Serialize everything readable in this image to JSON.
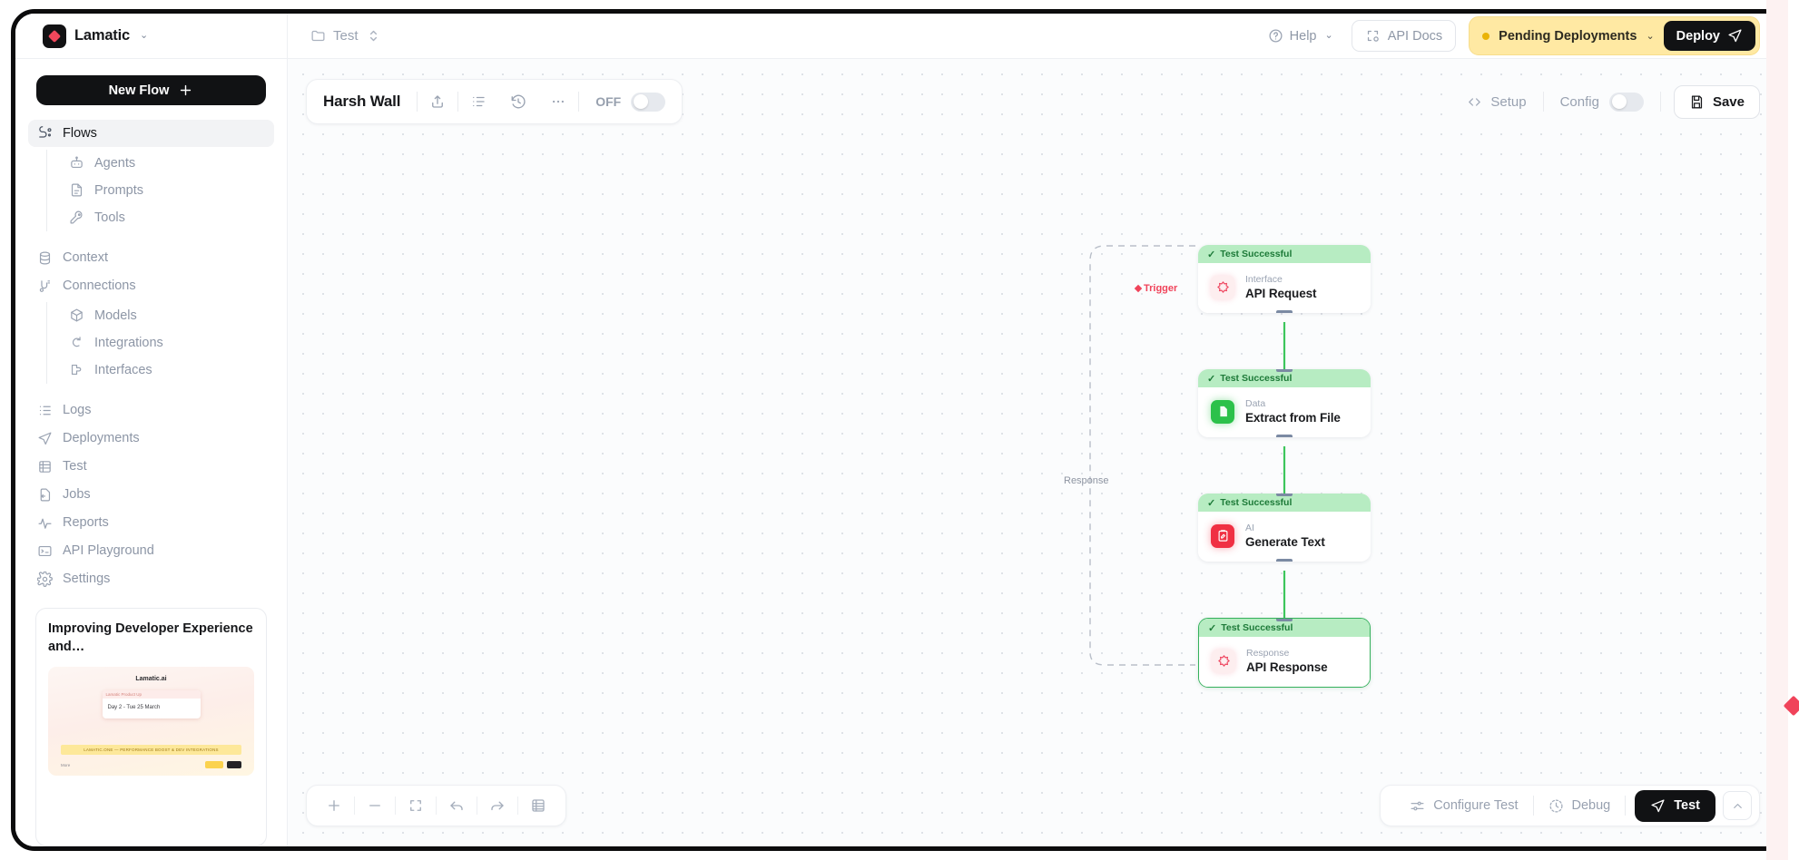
{
  "topbar": {
    "brand": "Lamatic",
    "brand_caret": "⌄",
    "breadcrumb": {
      "label": "Test",
      "icon": "folder-icon",
      "caret": "⇕"
    },
    "help": {
      "label": "Help",
      "icon": "question-circle-icon",
      "caret": "⌄"
    },
    "api_docs": {
      "label": "API Docs",
      "icon": "api-docs-icon"
    },
    "pending": {
      "label": "Pending Deployments",
      "caret": "⌄",
      "dot_color": "#eab308"
    },
    "deploy": {
      "label": "Deploy",
      "icon": "send-icon"
    }
  },
  "sidebar": {
    "new_flow": {
      "label": "New Flow",
      "icon": "plus-icon"
    },
    "items": [
      {
        "label": "Flows",
        "icon": "flows-icon",
        "active": true
      },
      {
        "label": "Agents",
        "icon": "robot-icon",
        "child": true
      },
      {
        "label": "Prompts",
        "icon": "document-icon",
        "child": true
      },
      {
        "label": "Tools",
        "icon": "wrench-icon",
        "child": true
      },
      {
        "label": "Context",
        "icon": "database-icon"
      },
      {
        "label": "Connections",
        "icon": "connections-icon"
      },
      {
        "label": "Models",
        "icon": "cube-icon",
        "child": true
      },
      {
        "label": "Integrations",
        "icon": "integrations-icon",
        "child": true
      },
      {
        "label": "Interfaces",
        "icon": "interfaces-icon",
        "child": true
      },
      {
        "label": "Logs",
        "icon": "logs-icon"
      },
      {
        "label": "Deployments",
        "icon": "send-icon"
      },
      {
        "label": "Test",
        "icon": "test-icon"
      },
      {
        "label": "Jobs",
        "icon": "jobs-icon"
      },
      {
        "label": "Reports",
        "icon": "activity-icon"
      },
      {
        "label": "API Playground",
        "icon": "terminal-icon"
      },
      {
        "label": "Settings",
        "icon": "gear-icon"
      }
    ],
    "promo": {
      "title": "Improving Developer Experience and…",
      "thumb_brand": "Lamatic.ai",
      "thumb_card_head": "Lamatic Product Up",
      "thumb_card_body": "Day 2 - Tue 25 March",
      "thumb_bar": "LAMATIC.ONE — PERFORMANCE BOOST & DEV INTEGRATIONS",
      "thumb_foot": "More"
    }
  },
  "flow_toolbar": {
    "title": "Harsh Wall",
    "buttons": [
      {
        "name": "share-icon"
      },
      {
        "name": "list-icon"
      },
      {
        "name": "history-icon"
      },
      {
        "name": "more-icon"
      }
    ],
    "toggle": {
      "label": "OFF",
      "state": "off"
    }
  },
  "setup_bar": {
    "setup": {
      "label": "Setup",
      "icon": "code-brackets-icon"
    },
    "config": {
      "label": "Config",
      "toggle_state": "off"
    },
    "save": {
      "label": "Save",
      "icon": "save-icon"
    }
  },
  "graph": {
    "nodes": [
      {
        "status": "Test Successful",
        "kind": "Interface",
        "title": "API Request",
        "icon": "interface-node-icon",
        "icon_style": "ni-rose",
        "selected": false
      },
      {
        "status": "Test Successful",
        "kind": "Data",
        "title": "Extract from File",
        "icon": "data-node-icon",
        "icon_style": "ni-green",
        "selected": false
      },
      {
        "status": "Test Successful",
        "kind": "AI",
        "title": "Generate Text",
        "icon": "ai-node-icon",
        "icon_style": "ni-red",
        "selected": false
      },
      {
        "status": "Test Successful",
        "kind": "Response",
        "title": "API Response",
        "icon": "response-node-icon",
        "icon_style": "ni-rose",
        "selected": true
      }
    ],
    "labels": {
      "trigger": "Trigger",
      "response": "Response"
    }
  },
  "zoombar": {
    "buttons": [
      {
        "name": "zoom-in-icon"
      },
      {
        "name": "zoom-out-icon"
      },
      {
        "name": "fit-view-icon"
      },
      {
        "name": "undo-icon"
      },
      {
        "name": "redo-icon"
      },
      {
        "name": "panel-icon"
      }
    ]
  },
  "testbar": {
    "configure_test": {
      "label": "Configure Test",
      "icon": "sliders-icon"
    },
    "debug": {
      "label": "Debug",
      "icon": "clock-icon"
    },
    "test": {
      "label": "Test",
      "icon": "send-icon"
    },
    "caret": {
      "icon": "chevron-up-icon"
    }
  }
}
